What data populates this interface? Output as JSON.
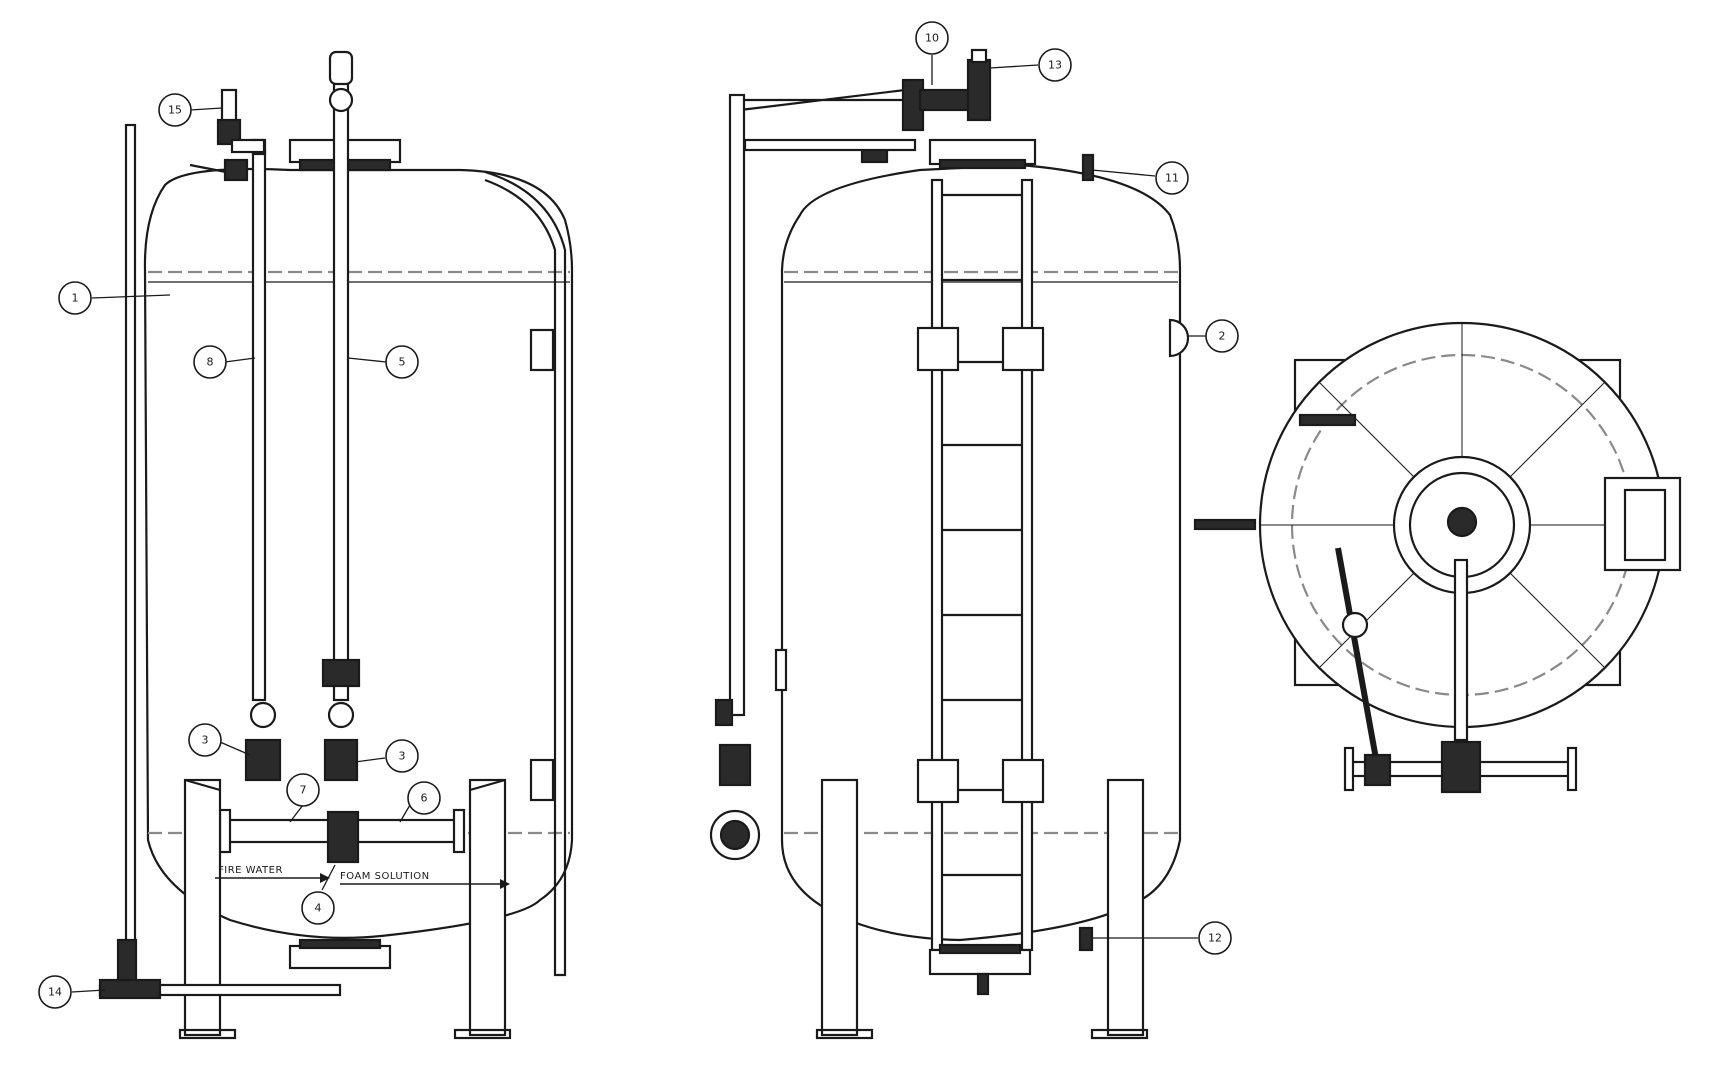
{
  "balloons": [
    {
      "id": "b1",
      "text": "1"
    },
    {
      "id": "b15",
      "text": "15"
    },
    {
      "id": "b8",
      "text": "8"
    },
    {
      "id": "b5",
      "text": "5"
    },
    {
      "id": "b3a",
      "text": "3"
    },
    {
      "id": "b3b",
      "text": "3"
    },
    {
      "id": "b7",
      "text": "7"
    },
    {
      "id": "b6",
      "text": "6"
    },
    {
      "id": "b4",
      "text": "4"
    },
    {
      "id": "b14",
      "text": "14"
    },
    {
      "id": "b10",
      "text": "10"
    },
    {
      "id": "b13",
      "text": "13"
    },
    {
      "id": "b11",
      "text": "11"
    },
    {
      "id": "b2",
      "text": "2"
    },
    {
      "id": "b12",
      "text": "12"
    }
  ],
  "notes": {
    "fire_water": "FIRE WATER",
    "foam_solution": "FOAM SOLUTION"
  }
}
